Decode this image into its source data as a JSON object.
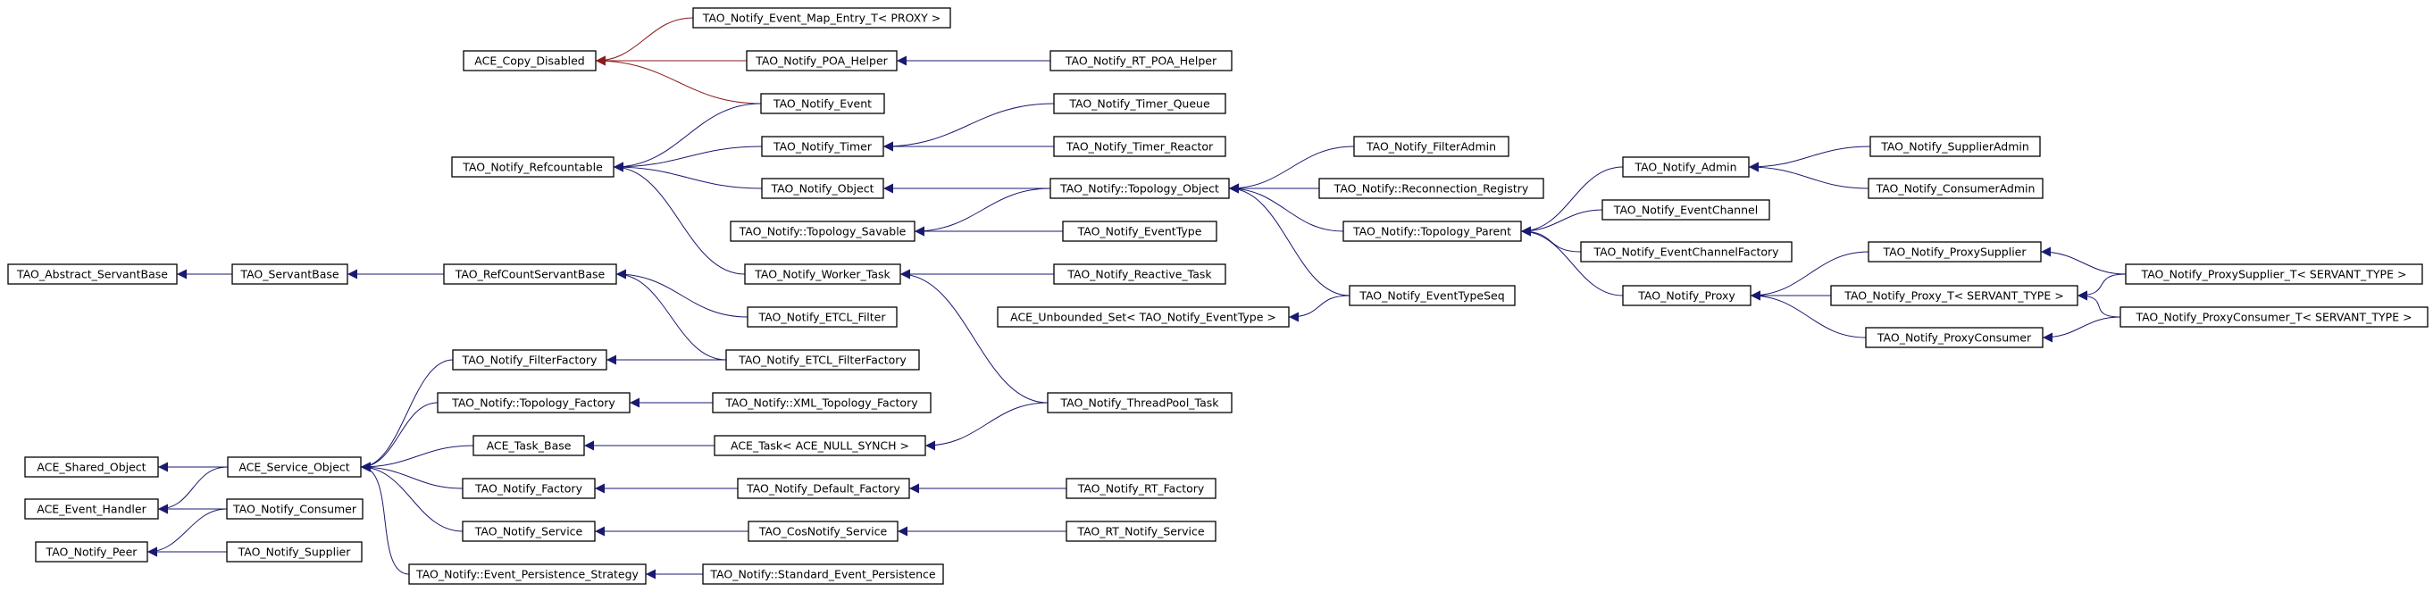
{
  "colors": {
    "inherit": "#191970",
    "private": "#8b1a1a",
    "box_stroke": "#000000",
    "background": "#ffffff"
  },
  "nodes": {
    "map_entry": "TAO_Notify_Event_Map_Entry_T< PROXY >",
    "copy_disabled": "ACE_Copy_Disabled",
    "poa_helper": "TAO_Notify_POA_Helper",
    "rt_poa_helper": "TAO_Notify_RT_POA_Helper",
    "event": "TAO_Notify_Event",
    "refcountable": "TAO_Notify_Refcountable",
    "timer": "TAO_Notify_Timer",
    "timer_queue": "TAO_Notify_Timer_Queue",
    "timer_reactor": "TAO_Notify_Timer_Reactor",
    "object": "TAO_Notify_Object",
    "topology_object": "TAO_Notify::Topology_Object",
    "filter_admin": "TAO_Notify_FilterAdmin",
    "reconnection_registry": "TAO_Notify::Reconnection_Registry",
    "admin": "TAO_Notify_Admin",
    "supplier_admin": "TAO_Notify_SupplierAdmin",
    "consumer_admin": "TAO_Notify_ConsumerAdmin",
    "topology_savable": "TAO_Notify::Topology_Savable",
    "event_type": "TAO_Notify_EventType",
    "topology_parent": "TAO_Notify::Topology_Parent",
    "event_channel": "TAO_Notify_EventChannel",
    "event_channel_factory": "TAO_Notify_EventChannelFactory",
    "worker_task": "TAO_Notify_Worker_Task",
    "reactive_task": "TAO_Notify_Reactive_Task",
    "proxy_supplier": "TAO_Notify_ProxySupplier",
    "proxy_supplier_t": "TAO_Notify_ProxySupplier_T< SERVANT_TYPE >",
    "proxy": "TAO_Notify_Proxy",
    "proxy_t": "TAO_Notify_Proxy_T< SERVANT_TYPE >",
    "unbounded_set": "ACE_Unbounded_Set< TAO_Notify_EventType >",
    "event_type_seq": "TAO_Notify_EventTypeSeq",
    "proxy_consumer": "TAO_Notify_ProxyConsumer",
    "proxy_consumer_t": "TAO_Notify_ProxyConsumer_T< SERVANT_TYPE >",
    "abstract_servant_base": "TAO_Abstract_ServantBase",
    "servant_base": "TAO_ServantBase",
    "refcount_servant_base": "TAO_RefCountServantBase",
    "etcl_filter": "TAO_Notify_ETCL_Filter",
    "filter_factory": "TAO_Notify_FilterFactory",
    "etcl_filter_factory": "TAO_Notify_ETCL_FilterFactory",
    "topology_factory": "TAO_Notify::Topology_Factory",
    "xml_topology_factory": "TAO_Notify::XML_Topology_Factory",
    "threadpool_task": "TAO_Notify_ThreadPool_Task",
    "shared_object": "ACE_Shared_Object",
    "service_object": "ACE_Service_Object",
    "task_base": "ACE_Task_Base",
    "ace_task": "ACE_Task< ACE_NULL_SYNCH >",
    "event_handler": "ACE_Event_Handler",
    "notify_consumer": "TAO_Notify_Consumer",
    "notify_factory": "TAO_Notify_Factory",
    "default_factory": "TAO_Notify_Default_Factory",
    "rt_factory": "TAO_Notify_RT_Factory",
    "notify_peer": "TAO_Notify_Peer",
    "notify_supplier": "TAO_Notify_Supplier",
    "notify_service": "TAO_Notify_Service",
    "cos_notify_service": "TAO_CosNotify_Service",
    "rt_notify_service": "TAO_RT_Notify_Service",
    "event_persistence_strategy": "TAO_Notify::Event_Persistence_Strategy",
    "standard_event_persistence": "TAO_Notify::Standard_Event_Persistence"
  },
  "edges": [
    {
      "from": "map_entry",
      "to": "copy_disabled",
      "kind": "private"
    },
    {
      "from": "poa_helper",
      "to": "copy_disabled",
      "kind": "private"
    },
    {
      "from": "event",
      "to": "copy_disabled",
      "kind": "private"
    },
    {
      "from": "rt_poa_helper",
      "to": "poa_helper",
      "kind": "inherit"
    },
    {
      "from": "event",
      "to": "refcountable",
      "kind": "inherit"
    },
    {
      "from": "timer",
      "to": "refcountable",
      "kind": "inherit"
    },
    {
      "from": "object",
      "to": "refcountable",
      "kind": "inherit"
    },
    {
      "from": "worker_task",
      "to": "refcountable",
      "kind": "inherit"
    },
    {
      "from": "timer_queue",
      "to": "timer",
      "kind": "inherit"
    },
    {
      "from": "timer_reactor",
      "to": "timer",
      "kind": "inherit"
    },
    {
      "from": "topology_object",
      "to": "object",
      "kind": "inherit"
    },
    {
      "from": "topology_object",
      "to": "topology_savable",
      "kind": "inherit"
    },
    {
      "from": "event_type",
      "to": "topology_savable",
      "kind": "inherit"
    },
    {
      "from": "filter_admin",
      "to": "topology_object",
      "kind": "inherit"
    },
    {
      "from": "reconnection_registry",
      "to": "topology_object",
      "kind": "inherit"
    },
    {
      "from": "topology_parent",
      "to": "topology_object",
      "kind": "inherit"
    },
    {
      "from": "event_type_seq",
      "to": "topology_object",
      "kind": "inherit"
    },
    {
      "from": "admin",
      "to": "topology_parent",
      "kind": "inherit"
    },
    {
      "from": "event_channel",
      "to": "topology_parent",
      "kind": "inherit"
    },
    {
      "from": "event_channel_factory",
      "to": "topology_parent",
      "kind": "inherit"
    },
    {
      "from": "proxy",
      "to": "topology_parent",
      "kind": "inherit"
    },
    {
      "from": "supplier_admin",
      "to": "admin",
      "kind": "inherit"
    },
    {
      "from": "consumer_admin",
      "to": "admin",
      "kind": "inherit"
    },
    {
      "from": "proxy_supplier",
      "to": "proxy",
      "kind": "inherit"
    },
    {
      "from": "proxy_t",
      "to": "proxy",
      "kind": "inherit"
    },
    {
      "from": "proxy_consumer",
      "to": "proxy",
      "kind": "inherit"
    },
    {
      "from": "proxy_supplier_t",
      "to": "proxy_supplier",
      "kind": "inherit"
    },
    {
      "from": "proxy_supplier_t",
      "to": "proxy_t",
      "kind": "inherit"
    },
    {
      "from": "proxy_consumer_t",
      "to": "proxy_t",
      "kind": "inherit"
    },
    {
      "from": "proxy_consumer_t",
      "to": "proxy_consumer",
      "kind": "inherit"
    },
    {
      "from": "event_type_seq",
      "to": "unbounded_set",
      "kind": "inherit"
    },
    {
      "from": "reactive_task",
      "to": "worker_task",
      "kind": "inherit"
    },
    {
      "from": "threadpool_task",
      "to": "worker_task",
      "kind": "inherit"
    },
    {
      "from": "threadpool_task",
      "to": "ace_task",
      "kind": "inherit"
    },
    {
      "from": "servant_base",
      "to": "abstract_servant_base",
      "kind": "inherit"
    },
    {
      "from": "refcount_servant_base",
      "to": "servant_base",
      "kind": "inherit"
    },
    {
      "from": "etcl_filter",
      "to": "refcount_servant_base",
      "kind": "inherit"
    },
    {
      "from": "etcl_filter_factory",
      "to": "refcount_servant_base",
      "kind": "inherit"
    },
    {
      "from": "etcl_filter_factory",
      "to": "filter_factory",
      "kind": "inherit"
    },
    {
      "from": "xml_topology_factory",
      "to": "topology_factory",
      "kind": "inherit"
    },
    {
      "from": "ace_task",
      "to": "task_base",
      "kind": "inherit"
    },
    {
      "from": "default_factory",
      "to": "notify_factory",
      "kind": "inherit"
    },
    {
      "from": "rt_factory",
      "to": "default_factory",
      "kind": "inherit"
    },
    {
      "from": "cos_notify_service",
      "to": "notify_service",
      "kind": "inherit"
    },
    {
      "from": "rt_notify_service",
      "to": "cos_notify_service",
      "kind": "inherit"
    },
    {
      "from": "standard_event_persistence",
      "to": "event_persistence_strategy",
      "kind": "inherit"
    },
    {
      "from": "filter_factory",
      "to": "service_object",
      "kind": "inherit"
    },
    {
      "from": "topology_factory",
      "to": "service_object",
      "kind": "inherit"
    },
    {
      "from": "task_base",
      "to": "service_object",
      "kind": "inherit"
    },
    {
      "from": "notify_factory",
      "to": "service_object",
      "kind": "inherit"
    },
    {
      "from": "notify_service",
      "to": "service_object",
      "kind": "inherit"
    },
    {
      "from": "event_persistence_strategy",
      "to": "service_object",
      "kind": "inherit"
    },
    {
      "from": "service_object",
      "to": "shared_object",
      "kind": "inherit"
    },
    {
      "from": "service_object",
      "to": "event_handler",
      "kind": "inherit"
    },
    {
      "from": "notify_consumer",
      "to": "event_handler",
      "kind": "inherit"
    },
    {
      "from": "notify_consumer",
      "to": "notify_peer",
      "kind": "inherit"
    },
    {
      "from": "notify_supplier",
      "to": "notify_peer",
      "kind": "inherit"
    }
  ]
}
